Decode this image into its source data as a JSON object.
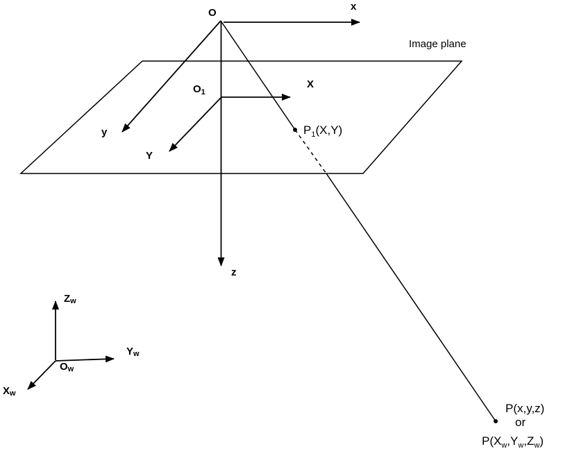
{
  "diagram": {
    "labels": {
      "o": "O",
      "x_cam": "x",
      "y_cam": "y",
      "z_cam": "z",
      "X_img": "X",
      "Y_img": "Y",
      "image_plane": "Image plane",
      "o1": {
        "base": "O",
        "sub": "1"
      },
      "p1": {
        "base": "P",
        "sub": "1",
        "rest": "(X,Y)"
      },
      "zw": {
        "base": "Z",
        "sub": "w"
      },
      "yw": {
        "base": "Y",
        "sub": "w"
      },
      "xw": {
        "base": "X",
        "sub": "w"
      },
      "ow": {
        "base": "O",
        "sub": "w"
      },
      "p_camera": "P(x,y,z)",
      "or_text": "or",
      "p_world": {
        "t1": "P(X",
        "s1": "w",
        "t2": ",Y",
        "s2": "w",
        "t3": ",Z",
        "s3": "w",
        "t4": ")"
      }
    },
    "colors": {
      "stroke": "#000000",
      "background": "#ffffff"
    }
  }
}
